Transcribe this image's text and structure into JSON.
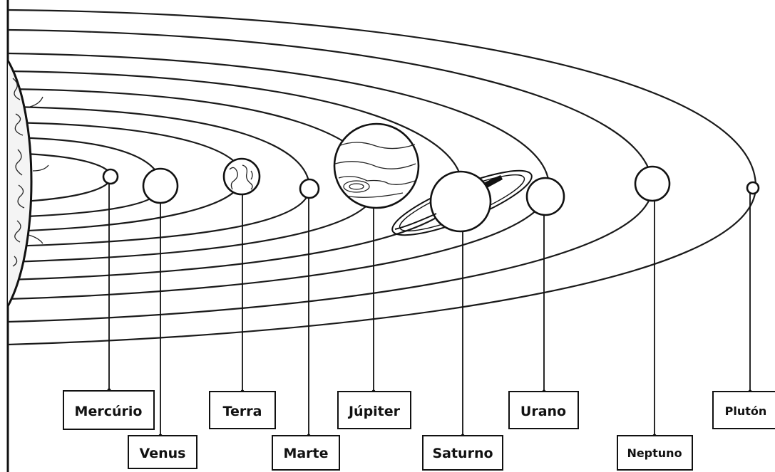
{
  "diagram": {
    "title": "",
    "planets": [
      {
        "id": "mercurio",
        "label": "Mercúrio"
      },
      {
        "id": "venus",
        "label": "Venus"
      },
      {
        "id": "terra",
        "label": "Terra"
      },
      {
        "id": "marte",
        "label": "Marte"
      },
      {
        "id": "jupiter",
        "label": "Júpiter"
      },
      {
        "id": "saturno",
        "label": "Saturno"
      },
      {
        "id": "urano",
        "label": "Urano"
      },
      {
        "id": "neptuno",
        "label": "Neptuno"
      },
      {
        "id": "pluton",
        "label": "Plutón"
      }
    ]
  }
}
